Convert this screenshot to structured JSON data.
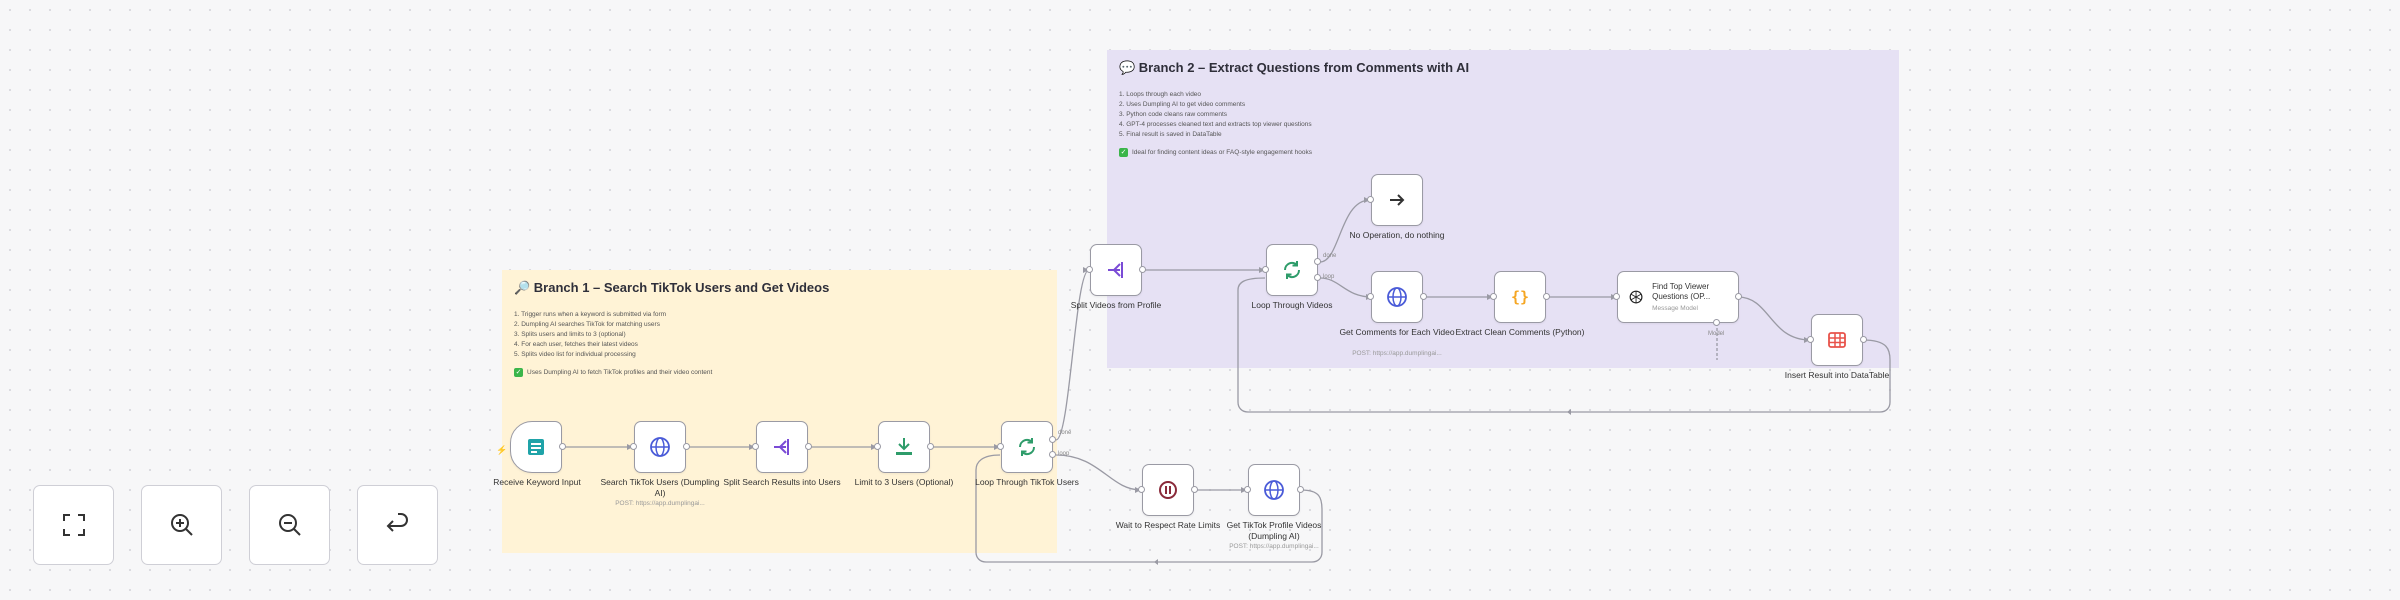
{
  "branch1": {
    "title": "🔎 Branch 1 – Search TikTok Users and Get Videos",
    "steps": [
      "1. Trigger runs when a keyword is submitted via form",
      "2. Dumpling AI searches TikTok for matching users",
      "3. Splits users and limits to 3 (optional)",
      "4. For each user, fetches their latest videos",
      "5. Splits video list for individual processing"
    ],
    "note": "Uses Dumpling AI to fetch TikTok profiles and their video content"
  },
  "branch2": {
    "title": "💬 Branch 2 – Extract Questions from Comments with AI",
    "steps": [
      "1. Loops through each video",
      "2. Uses Dumpling AI to get video comments",
      "3. Python code cleans raw comments",
      "4. GPT-4 processes cleaned text and extracts top viewer questions",
      "5. Final result is saved in DataTable"
    ],
    "note": "Ideal for finding content ideas or FAQ-style engagement hooks"
  },
  "nodes": {
    "receive_keyword": "Receive Keyword Input",
    "search_users": "Search TikTok Users (Dumpling AI)",
    "search_users_sub": "POST: https://app.dumplingai...",
    "split_users": "Split Search Results into Users",
    "limit_users": "Limit to 3 Users (Optional)",
    "loop_users": "Loop Through TikTok Users",
    "wait": "Wait to Respect Rate Limits",
    "get_videos": "Get TikTok Profile Videos (Dumpling AI)",
    "get_videos_sub": "POST: https://app.dumplingai...",
    "split_videos": "Split Videos from Profile",
    "loop_videos": "Loop Through Videos",
    "no_op": "No Operation, do nothing",
    "get_comments": "Get Comments for Each Video",
    "get_comments_sub": "POST: https://app.dumplingai...",
    "extract_comments": "Extract Clean Comments (Python)",
    "find_questions": "Find Top Viewer Questions (OP...",
    "find_questions_sub": "Message Model",
    "insert_datatable": "Insert Result into DataTable"
  },
  "tags": {
    "done": "done",
    "loop": "loop",
    "model": "Model"
  },
  "colors": {
    "sticky_yellow": "#fff3d6",
    "sticky_purple": "#e6e1f4",
    "trigger_teal": "#1fa3a8",
    "http_blue": "#4a5bd8",
    "split_purple": "#7a4bd6",
    "limit_green": "#2e9c6a",
    "loop_green": "#2e9c6a",
    "wait_red": "#8a2a3a",
    "code_orange": "#f5a623",
    "table_red": "#e8534b"
  },
  "icons": [
    "form-icon",
    "globe-icon",
    "split-icon",
    "limit-icon",
    "loop-icon",
    "pause-icon",
    "arrow-right-icon",
    "code-braces-icon",
    "openai-icon",
    "table-icon"
  ],
  "controls": [
    "fit-view",
    "zoom-in",
    "zoom-out",
    "undo"
  ]
}
